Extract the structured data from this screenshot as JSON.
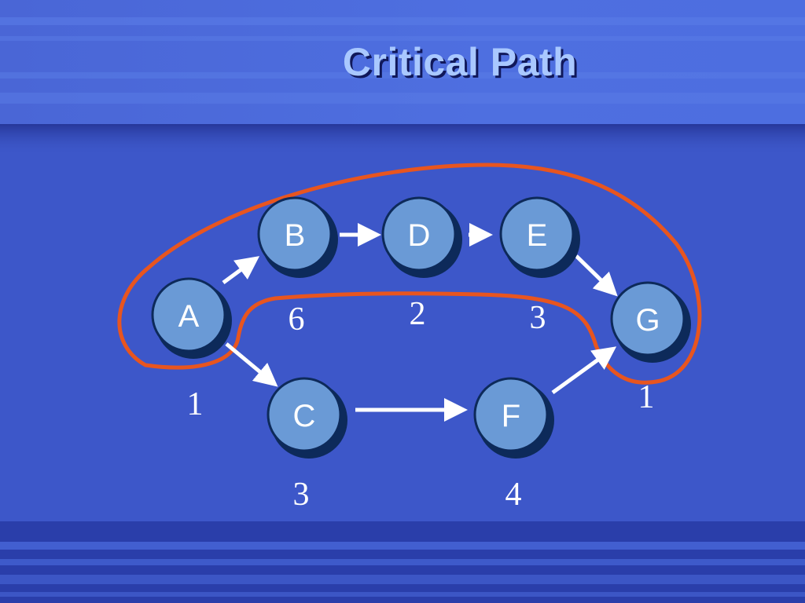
{
  "slide": {
    "title": "Critical Path"
  },
  "colors": {
    "background": "#3d57c9",
    "node_fill": "#6a9ad6",
    "node_border": "#0d2a5a",
    "arrow": "#ffffff",
    "critical_path_outline": "#e8551f",
    "title_text": "#a9c8ff"
  },
  "nodes": [
    {
      "id": "A",
      "label": "A",
      "duration": "1"
    },
    {
      "id": "B",
      "label": "B",
      "duration": "6"
    },
    {
      "id": "C",
      "label": "C",
      "duration": "3"
    },
    {
      "id": "D",
      "label": "D",
      "duration": "2"
    },
    {
      "id": "E",
      "label": "E",
      "duration": "3"
    },
    {
      "id": "F",
      "label": "F",
      "duration": "4"
    },
    {
      "id": "G",
      "label": "G",
      "duration": "1"
    }
  ],
  "edges": [
    {
      "from": "A",
      "to": "B"
    },
    {
      "from": "A",
      "to": "C"
    },
    {
      "from": "B",
      "to": "D"
    },
    {
      "from": "D",
      "to": "E"
    },
    {
      "from": "E",
      "to": "G"
    },
    {
      "from": "C",
      "to": "F"
    },
    {
      "from": "F",
      "to": "G"
    }
  ],
  "critical_path": [
    "A",
    "B",
    "D",
    "E",
    "G"
  ]
}
